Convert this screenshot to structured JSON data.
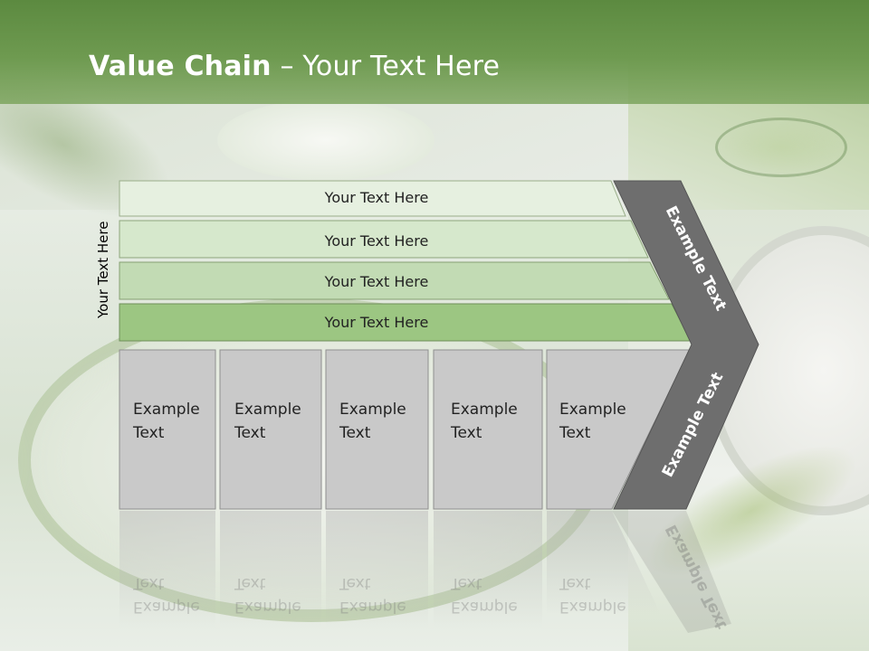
{
  "title": {
    "bold": "Value Chain",
    "rest": " – Your Text Here"
  },
  "side_label": "Your Text Here",
  "bars": [
    {
      "label": "Your Text Here",
      "color": "#e6f0e0"
    },
    {
      "label": "Your Text Here",
      "color": "#d6e8cc"
    },
    {
      "label": "Your Text Here",
      "color": "#c2dbb4"
    },
    {
      "label": "Your Text Here",
      "color": "#9cc682"
    }
  ],
  "boxes": [
    {
      "line1": "Example",
      "line2": "Text"
    },
    {
      "line1": "Example",
      "line2": "Text"
    },
    {
      "line1": "Example",
      "line2": "Text"
    },
    {
      "line1": "Example",
      "line2": "Text"
    },
    {
      "line1": "Example",
      "line2": "Text"
    }
  ],
  "chevron": {
    "upper": "Example Text",
    "lower": "Example Text",
    "color": "#6e6e6e"
  }
}
